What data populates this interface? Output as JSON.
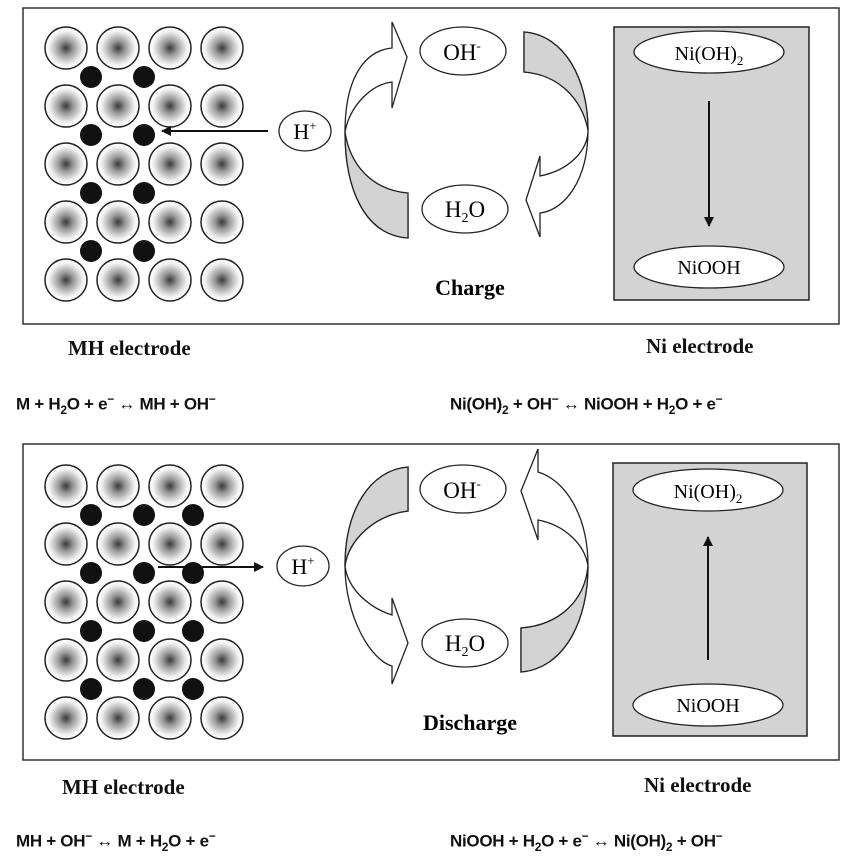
{
  "panels": [
    {
      "id": "charge",
      "process_label": "Charge",
      "mh_label": "MH electrode",
      "ni_label": "Ni electrode",
      "ions": {
        "h_plus": "H",
        "h_plus_sup": "+",
        "oh": "OH",
        "oh_sup": "-",
        "water": "H",
        "water_sub": "2",
        "water_tail": "O"
      },
      "ni_top": {
        "text": "Ni(OH)",
        "sub": "2"
      },
      "ni_bottom": {
        "text": "NiOOH"
      },
      "ni_arrow_direction": "down",
      "h_arrow_direction": "into-electrode",
      "equation_mh": {
        "parts": [
          "M + H",
          "2",
          "O + e",
          "−",
          " ↔ MH + OH",
          "−"
        ]
      },
      "equation_ni": {
        "parts": [
          "Ni(OH)",
          "2",
          " + OH",
          "−",
          " ↔ NiOOH + H",
          "2",
          "O + e",
          "−"
        ]
      }
    },
    {
      "id": "discharge",
      "process_label": "Discharge",
      "mh_label": "MH electrode",
      "ni_label": "Ni electrode",
      "ions": {
        "h_plus": "H",
        "h_plus_sup": "+",
        "oh": "OH",
        "oh_sup": "-",
        "water": "H",
        "water_sub": "2",
        "water_tail": "O"
      },
      "ni_top": {
        "text": "Ni(OH)",
        "sub": "2"
      },
      "ni_bottom": {
        "text": "NiOOH"
      },
      "ni_arrow_direction": "up",
      "h_arrow_direction": "out-of-electrode",
      "equation_mh": {
        "parts": [
          "MH + OH",
          "−",
          " ↔ M + H",
          "2",
          "O + e",
          "−"
        ]
      },
      "equation_ni": {
        "parts": [
          "NiOOH + H",
          "2",
          "O + e",
          "−",
          " ↔ Ni(OH)",
          "2",
          " + OH",
          "−"
        ]
      }
    }
  ],
  "colors": {
    "gray_fill": "#d3d3d3",
    "line": "#222222",
    "dot": "#111111"
  }
}
